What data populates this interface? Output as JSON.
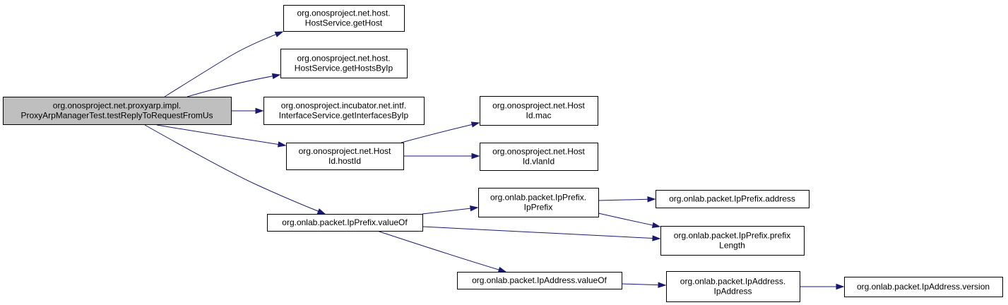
{
  "graph": {
    "edge_color": "#191970",
    "root_fill": "#bfbfbf",
    "nodes": [
      {
        "id": "root",
        "lines": [
          "org.onosproject.net.proxyarp.impl.",
          "ProxyArpManagerTest.testReplyToRequestFromUs"
        ]
      },
      {
        "id": "getHost",
        "lines": [
          "org.onosproject.net.host.",
          "HostService.getHost"
        ]
      },
      {
        "id": "getHostsByIp",
        "lines": [
          "org.onosproject.net.host.",
          "HostService.getHostsByIp"
        ]
      },
      {
        "id": "getInterfacesByIp",
        "lines": [
          "org.onosproject.incubator.net.intf.",
          "InterfaceService.getInterfacesByIp"
        ]
      },
      {
        "id": "hostId",
        "lines": [
          "org.onosproject.net.Host",
          "Id.hostId"
        ]
      },
      {
        "id": "mac",
        "lines": [
          "org.onosproject.net.Host",
          "Id.mac"
        ]
      },
      {
        "id": "vlanId",
        "lines": [
          "org.onosproject.net.Host",
          "Id.vlanId"
        ]
      },
      {
        "id": "prefixValueOf",
        "lines": [
          "org.onlab.packet.IpPrefix.valueOf"
        ]
      },
      {
        "id": "ipPrefixCtor",
        "lines": [
          "org.onlab.packet.IpPrefix.",
          "IpPrefix"
        ]
      },
      {
        "id": "prefixAddress",
        "lines": [
          "org.onlab.packet.IpPrefix.address"
        ]
      },
      {
        "id": "prefixLength",
        "lines": [
          "org.onlab.packet.IpPrefix.prefix",
          "Length"
        ]
      },
      {
        "id": "addressValueOf",
        "lines": [
          "org.onlab.packet.IpAddress.valueOf"
        ]
      },
      {
        "id": "ipAddressCtor",
        "lines": [
          "org.onlab.packet.IpAddress.",
          "IpAddress"
        ]
      },
      {
        "id": "version",
        "lines": [
          "org.onlab.packet.IpAddress.version"
        ]
      }
    ],
    "edges": [
      {
        "from": "root",
        "to": "getHost"
      },
      {
        "from": "root",
        "to": "getHostsByIp"
      },
      {
        "from": "root",
        "to": "getInterfacesByIp"
      },
      {
        "from": "root",
        "to": "hostId"
      },
      {
        "from": "root",
        "to": "prefixValueOf"
      },
      {
        "from": "hostId",
        "to": "mac"
      },
      {
        "from": "hostId",
        "to": "vlanId"
      },
      {
        "from": "prefixValueOf",
        "to": "ipPrefixCtor"
      },
      {
        "from": "prefixValueOf",
        "to": "prefixLength"
      },
      {
        "from": "prefixValueOf",
        "to": "addressValueOf"
      },
      {
        "from": "ipPrefixCtor",
        "to": "prefixAddress"
      },
      {
        "from": "ipPrefixCtor",
        "to": "prefixLength"
      },
      {
        "from": "addressValueOf",
        "to": "ipAddressCtor"
      },
      {
        "from": "ipAddressCtor",
        "to": "version"
      }
    ]
  }
}
